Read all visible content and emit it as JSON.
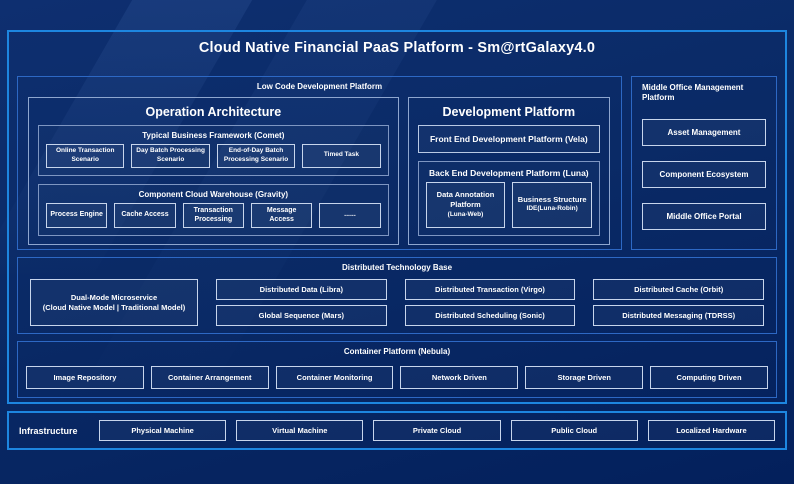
{
  "title": "Cloud Native Financial PaaS Platform - Sm@rtGalaxy4.0",
  "colors": {
    "background": "#0a2a66",
    "frame_border": "#1d86e0",
    "section_border": "#2d68c4",
    "box_border": "#c7d5ec",
    "text": "#ffffff"
  },
  "low_code": {
    "label": "Low Code Development Platform",
    "operation_architecture": {
      "title": "Operation Architecture",
      "comet": {
        "title": "Typical Business Framework (Comet)",
        "items": [
          "Online Transaction Scenario",
          "Day Batch Processing Scenario",
          "End-of-Day Batch Processing Scenario",
          "Timed Task"
        ]
      },
      "gravity": {
        "title": "Component Cloud Warehouse (Gravity)",
        "items": [
          "Process Engine",
          "Cache Access",
          "Transaction Processing",
          "Message Access",
          "......"
        ]
      }
    },
    "development_platform": {
      "title": "Development Platform",
      "front_end": "Front End Development Platform (Vela)",
      "back_end": {
        "title": "Back End Development Platform (Luna)",
        "items": [
          {
            "name": "Data Annotation Platform",
            "sub": "(Luna-Web)"
          },
          {
            "name": "Business Structure",
            "sub": "IDE(Luna-Robin)"
          }
        ]
      }
    }
  },
  "middle_office": {
    "label": "Middle Office Management Platform",
    "items": [
      "Asset Management",
      "Component Ecosystem",
      "Middle Office Portal"
    ]
  },
  "distributed": {
    "label": "Distributed Technology Base",
    "dual_mode": {
      "name": "Dual-Mode Microservice",
      "detail": "(Cloud Native Model | Traditional Model)"
    },
    "row1": [
      "Distributed Data (Libra)",
      "Distributed Transaction (Virgo)",
      "Distributed Cache (Orbit)"
    ],
    "row2": [
      "Global Sequence (Mars)",
      "Distributed Scheduling (Sonic)",
      "Distributed Messaging (TDRSS)"
    ]
  },
  "container_platform": {
    "label": "Container Platform (Nebula)",
    "items": [
      "Image Repository",
      "Container Arrangement",
      "Container Monitoring",
      "Network Driven",
      "Storage Driven",
      "Computing Driven"
    ]
  },
  "infrastructure": {
    "label": "Infrastructure",
    "items": [
      "Physical Machine",
      "Virtual Machine",
      "Private Cloud",
      "Public Cloud",
      "Localized Hardware"
    ]
  }
}
